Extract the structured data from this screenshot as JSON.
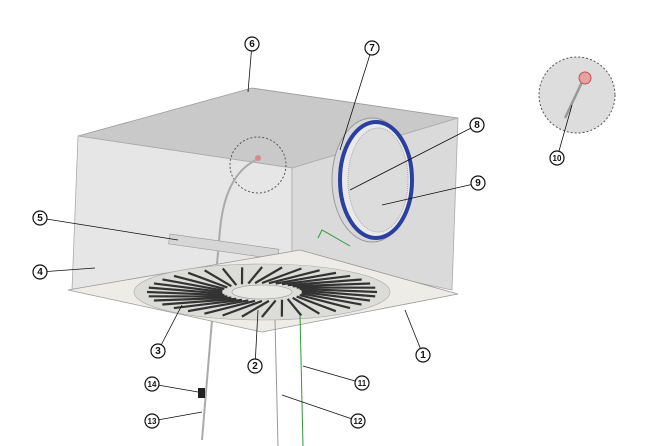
{
  "callouts": [
    {
      "id": "1",
      "text": "1"
    },
    {
      "id": "2",
      "text": "2"
    },
    {
      "id": "3",
      "text": "3"
    },
    {
      "id": "4",
      "text": "4"
    },
    {
      "id": "5",
      "text": "5"
    },
    {
      "id": "6",
      "text": "6"
    },
    {
      "id": "7",
      "text": "7"
    },
    {
      "id": "8",
      "text": "8"
    },
    {
      "id": "9",
      "text": "9"
    },
    {
      "id": "10",
      "text": "10"
    },
    {
      "id": "11",
      "text": "11"
    },
    {
      "id": "12",
      "text": "12"
    },
    {
      "id": "13",
      "text": "13"
    },
    {
      "id": "14",
      "text": "14"
    }
  ],
  "colors": {
    "ring": "#2a3fa0",
    "box": "#e4e4e4",
    "top": "#cfcfcf",
    "plate": "#ecebe6",
    "wire": "#2e9a3a"
  }
}
